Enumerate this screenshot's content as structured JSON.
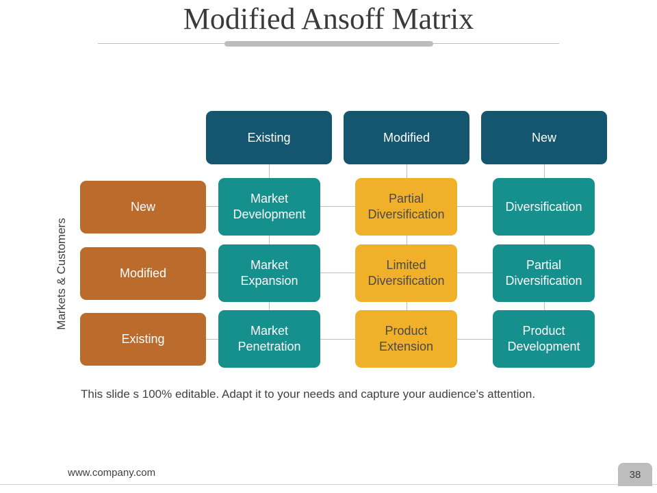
{
  "slide": {
    "title": "Modified Ansoff Matrix",
    "side_label": "Markets & Customers",
    "caption": "This slide s 100% editable. Adapt it to your needs and capture your audience’s attention.",
    "footer_url": "www.company.com",
    "page_number": "38"
  },
  "matrix": {
    "columns": [
      "Existing",
      "Modified",
      "New"
    ],
    "rows": [
      "New",
      "Modified",
      "Existing"
    ],
    "cells": [
      [
        "Market\nDevelopment",
        "Partial\nDiversification",
        "Diversification"
      ],
      [
        "Market\nExpansion",
        "Limited\nDiversification",
        "Partial\nDiversification"
      ],
      [
        "Market\nPenetration",
        "Product\nExtension",
        "Product\nDevelopment"
      ]
    ]
  },
  "colors": {
    "column_header": "#14566f",
    "row_header": "#bb6b2c",
    "teal_cell": "#15908d",
    "gold_cell": "#f0b02a"
  }
}
